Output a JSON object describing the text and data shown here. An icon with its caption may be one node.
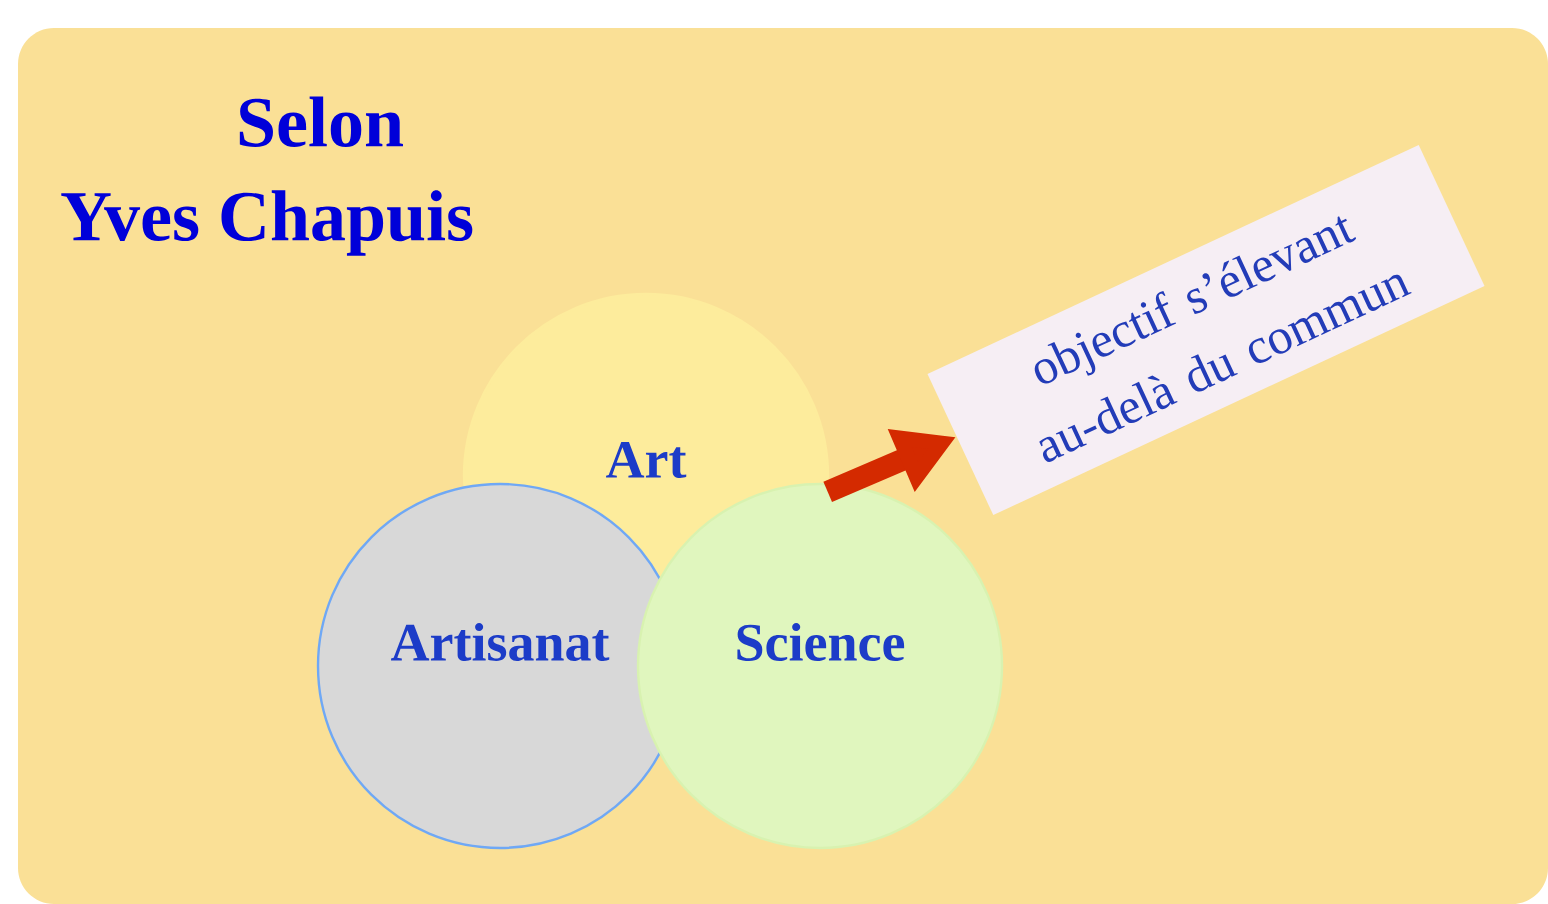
{
  "diagram": {
    "title": "Selon Yves Chapuis",
    "nodes": [
      {
        "text": [
          "Art"
        ]
      },
      {
        "text": [
          "Artisanat"
        ]
      },
      {
        "text": [
          "Science"
        ]
      },
      {
        "text": [
          "objectif s’élevant au-delà du commun"
        ]
      }
    ],
    "edges": [
      {
        "from": 0,
        "to": 3,
        "arrow": "to",
        "color": "#d42a00"
      }
    ]
  }
}
